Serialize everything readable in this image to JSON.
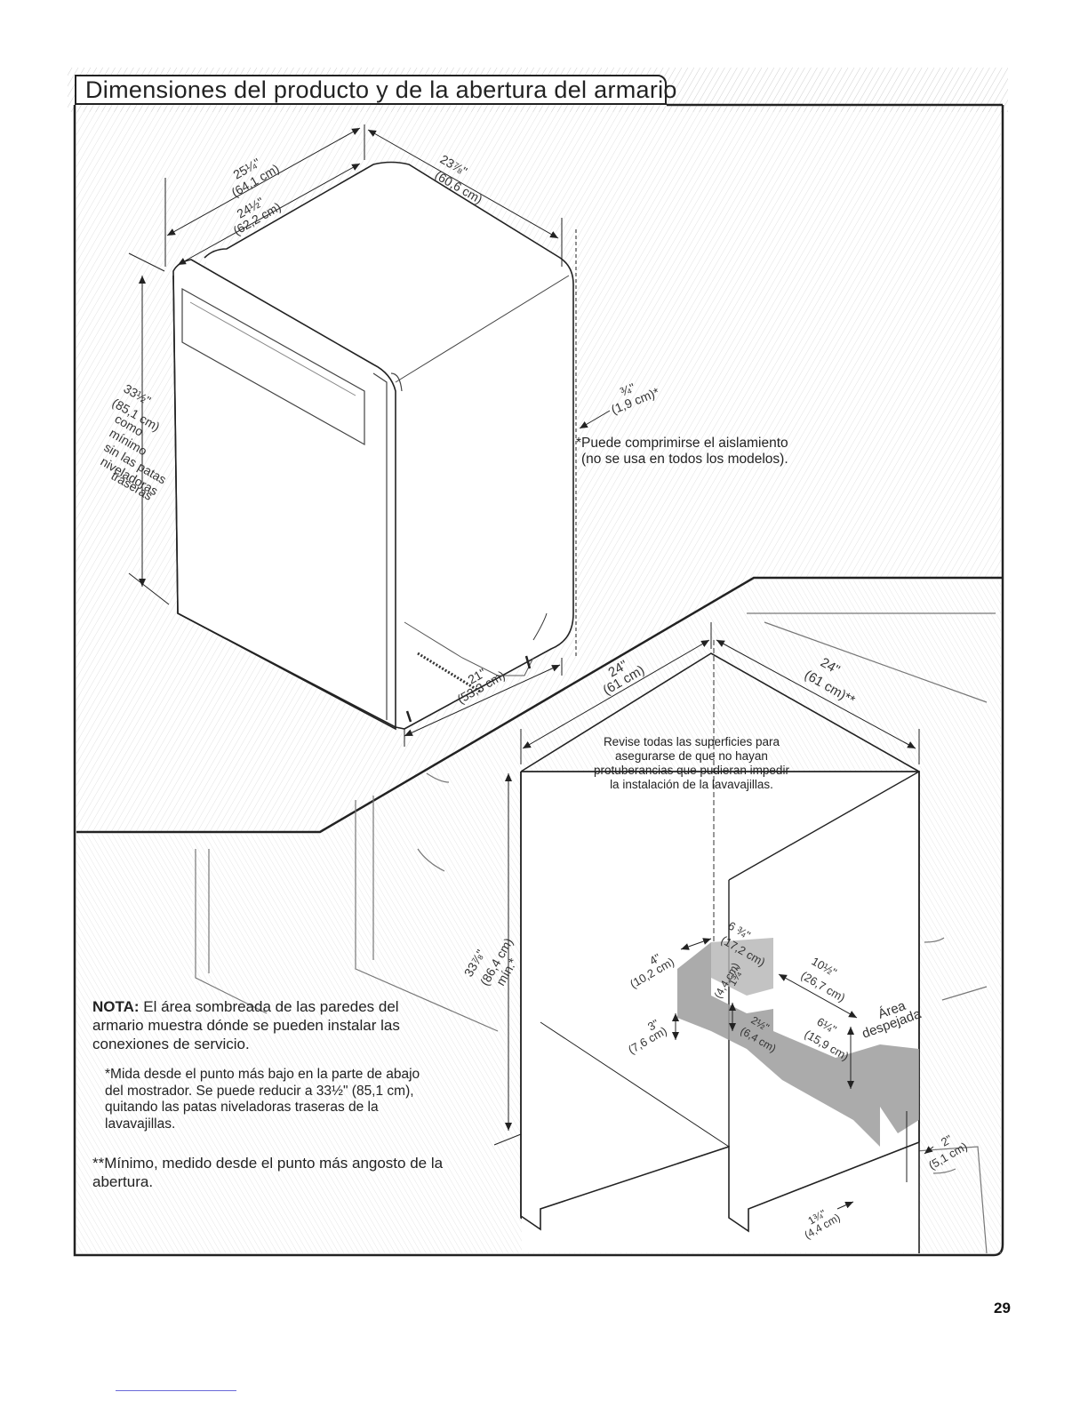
{
  "header": {
    "title": "Dimensiones del producto y de la abertura del armario"
  },
  "dimensions": {
    "depth_total": [
      "25¼\"",
      "(64,1 cm)"
    ],
    "depth_body": [
      "24½\"",
      "(62,2 cm)"
    ],
    "width": [
      "23⅞\"",
      "(60,6 cm)"
    ],
    "height": [
      "33½\"",
      "(85,1 cm)",
      "como",
      "mínimo",
      "sin las patas",
      "niveladoras",
      "traseras"
    ],
    "insulation": [
      "¾\"",
      "(1,9 cm)*"
    ],
    "base_depth": [
      "21\"",
      "(53,3 cm)"
    ],
    "opening_depth": [
      "24\"",
      "(61 cm)"
    ],
    "opening_width": [
      "24\"",
      "(61 cm)**"
    ],
    "opening_height": [
      "33⅞\"",
      "(86,4 cm)",
      "mín.*"
    ],
    "dim_4in": [
      "4\"",
      "(10,2 cm)"
    ],
    "dim_3in": [
      "3\"",
      "(7,6 cm)"
    ],
    "dim_6_75in": [
      "6 ¾\"",
      "(17,2 cm)"
    ],
    "dim_1_75in_a": [
      "1¾\"",
      "(4,4 cm)"
    ],
    "dim_2_5in": [
      "2½\"",
      "(6,4 cm)"
    ],
    "dim_10_5in": [
      "10½\"",
      "(26,7 cm)"
    ],
    "dim_6_25in": [
      "6¼\"",
      "(15,9 cm)"
    ],
    "dim_2in": [
      "2\"",
      "(5,1 cm)"
    ],
    "dim_1_75in_b": [
      "1¾\"",
      "(4,4 cm)"
    ]
  },
  "labels": {
    "area_despejada": [
      "Área",
      "despejada"
    ]
  },
  "notes": {
    "insulation": [
      "*Puede comprimirse el aislamiento",
      "(no se usa en todos los modelos)."
    ],
    "check_surfaces": [
      "Revise todas las superficies para",
      "asegurarse de que no hayan",
      "protuberancias que pudieran impedir",
      "la instalación de la lavavajillas."
    ],
    "nota_label": "NOTA:",
    "nota_text": "El área sombreada de las paredes del armario muestra dónde se pueden instalar las conexiones de servicio.",
    "footnote_star": "*Mida desde el punto más bajo en la parte de abajo del mostrador. Se puede reducir a 33½\" (85,1 cm), quitando las patas niveladoras traseras de la lavavajillas.",
    "footnote_double_star": "**Mínimo, medido desde el punto más angosto de la abertura."
  },
  "page": {
    "number": "29"
  }
}
